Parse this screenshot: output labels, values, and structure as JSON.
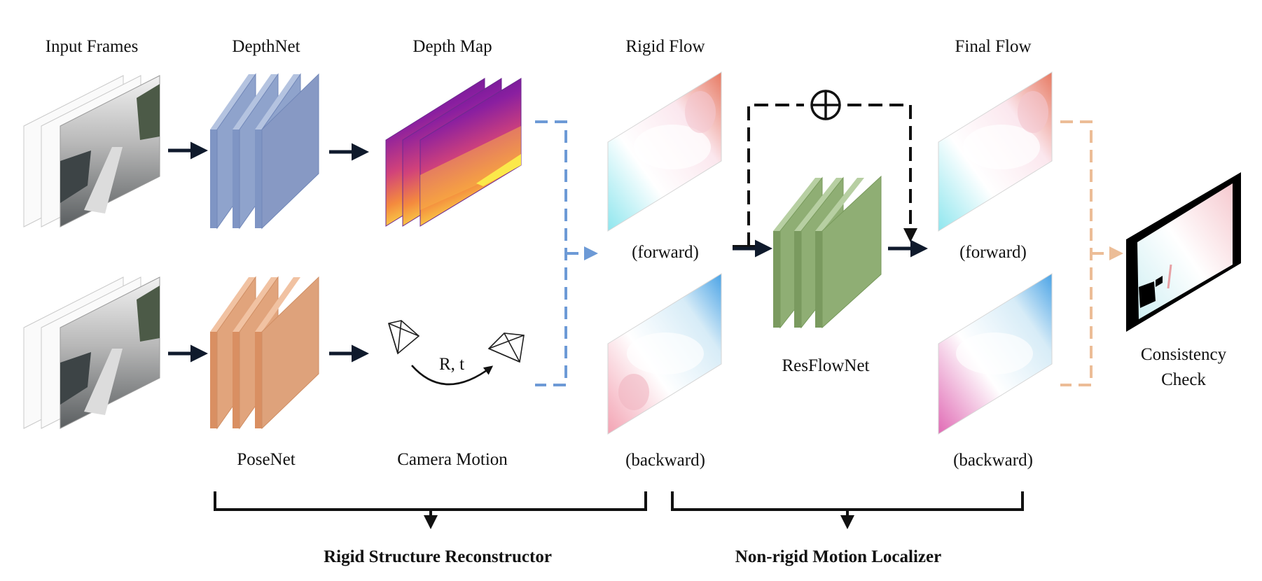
{
  "labels": {
    "input_frames": "Input Frames",
    "depthnet": "DepthNet",
    "depth_map": "Depth Map",
    "rigid_flow": "Rigid Flow",
    "final_flow": "Final Flow",
    "posenet": "PoseNet",
    "camera_motion": "Camera Motion",
    "rigid_forward": "(forward)",
    "rigid_backward": "(backward)",
    "final_forward": "(forward)",
    "final_backward": "(backward)",
    "resflownet": "ResFlowNet",
    "consistency_line1": "Consistency",
    "consistency_line2": "Check",
    "pose_symbol": "R, t",
    "plus_symbol": "⊕",
    "group_left": "Rigid Structure Reconstructor",
    "group_right": "Non-rigid Motion Localizer"
  },
  "colors": {
    "depthnet": "#8fa3cc",
    "posenet": "#e1a47c",
    "resflownet": "#8fae74",
    "dashed_blue": "#6d9ad6",
    "dashed_orange": "#ecbd97",
    "arrow_dark": "#0f1a2c"
  }
}
